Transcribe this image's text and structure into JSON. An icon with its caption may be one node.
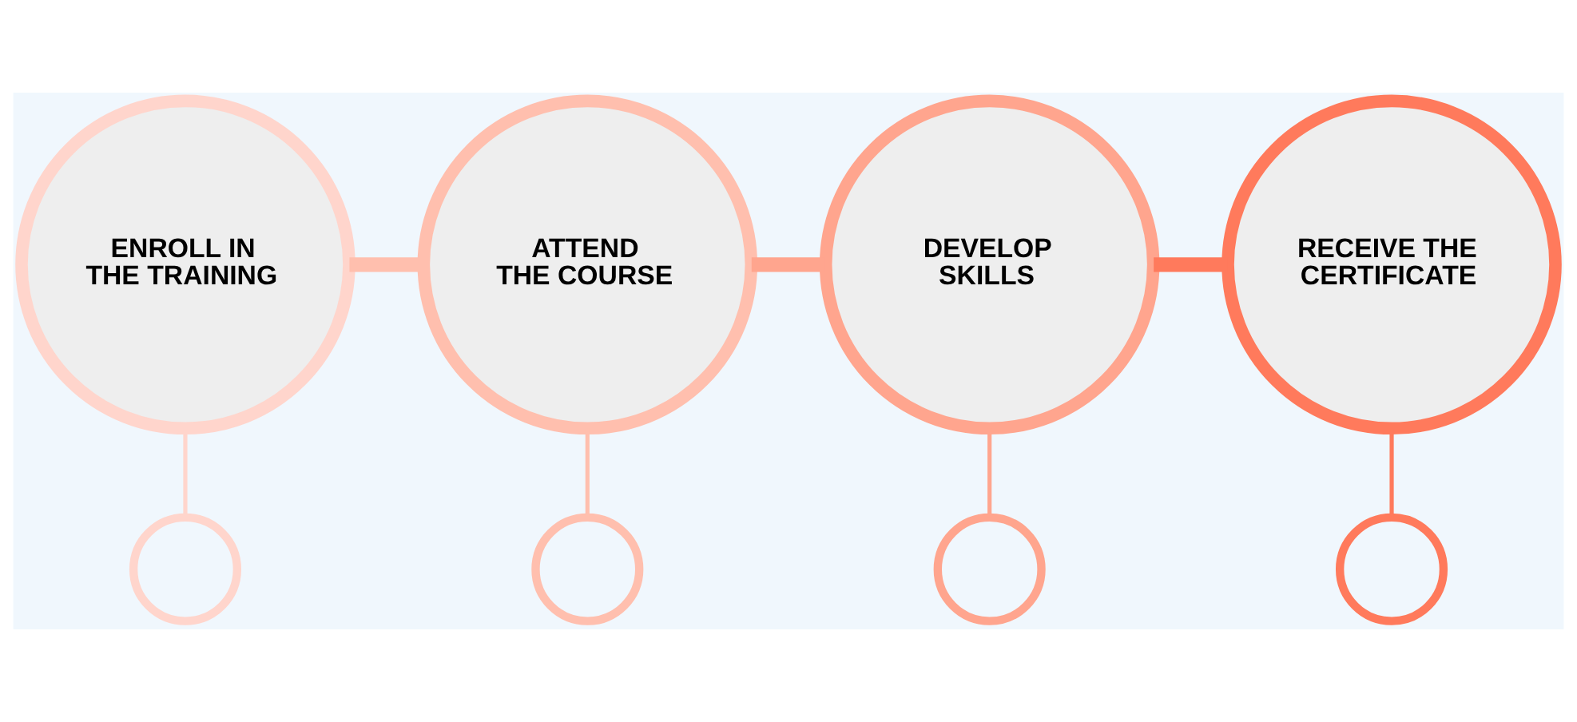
{
  "diagram": {
    "nodes": [
      {
        "text": [
          "ENROLL IN THE TRAINING"
        ]
      },
      {
        "text": [
          "ATTEND THE COURSE"
        ]
      },
      {
        "text": [
          "DEVELOP SKILLS"
        ]
      },
      {
        "text": [
          "RECEIVE THE CERTIFICATE"
        ]
      },
      {
        "text": [],
        "shape": "circle"
      },
      {
        "text": [],
        "shape": "circle"
      },
      {
        "text": [],
        "shape": "circle"
      },
      {
        "text": [],
        "shape": "circle"
      }
    ],
    "edges": [
      {
        "from": 0,
        "to": 1,
        "arrow": "none",
        "style": "thick"
      },
      {
        "from": 1,
        "to": 2,
        "arrow": "none",
        "style": "thick"
      },
      {
        "from": 2,
        "to": 3,
        "arrow": "none",
        "style": "thick"
      },
      {
        "from": 0,
        "to": 4,
        "arrow": "none"
      },
      {
        "from": 1,
        "to": 5,
        "arrow": "none"
      },
      {
        "from": 2,
        "to": 6,
        "arrow": "none"
      },
      {
        "from": 3,
        "to": 7,
        "arrow": "none"
      }
    ]
  }
}
